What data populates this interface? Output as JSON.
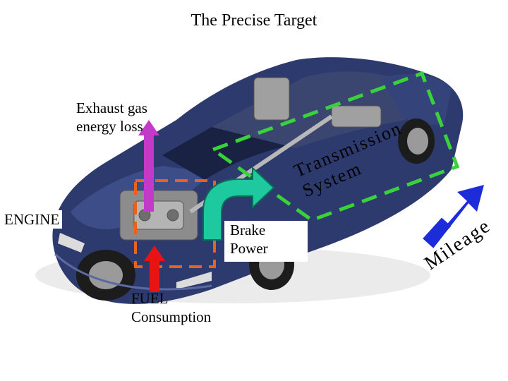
{
  "title": "The Precise Target",
  "labels": {
    "exhaust": "Exhaust gas\nenergy loss",
    "engine": "ENGINE",
    "brake": "Brake\nPower",
    "fuel": "FUEL\nConsumption",
    "transmission_line1": "Transmission",
    "transmission_line2": "System",
    "mileage": "Mileage"
  },
  "colors": {
    "car_body": "#2c3a6e",
    "engine_box": "#e8621a",
    "transmission_box": "#3ad23a",
    "exhaust_arrow": "#c33ac8",
    "fuel_arrow": "#e81414",
    "brake_arrow": "#1fc9a0",
    "mileage_arrow": "#1c2cd8"
  },
  "icons": [
    "car-illustration",
    "exhaust-arrow-up",
    "fuel-arrow-up",
    "brake-curved-arrow",
    "mileage-arrow"
  ]
}
